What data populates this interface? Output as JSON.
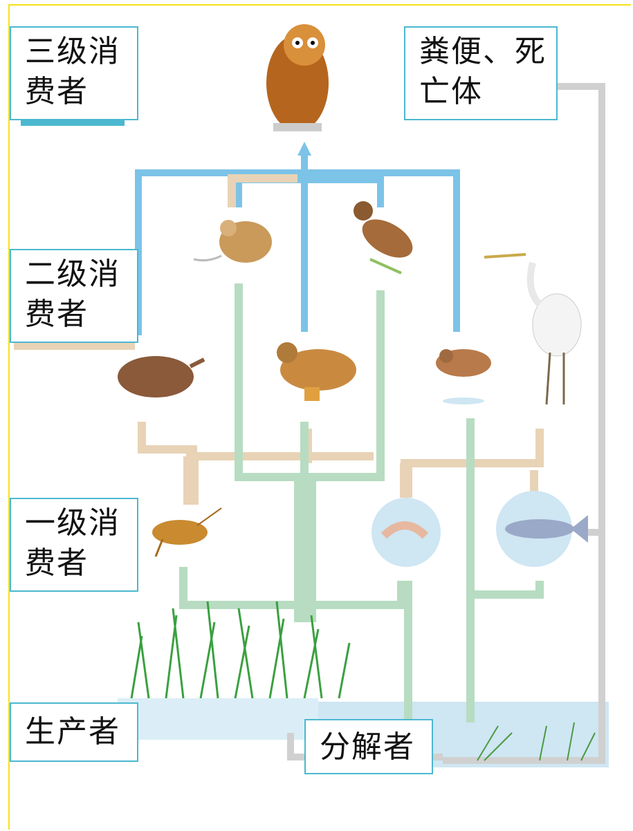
{
  "labels": {
    "tertiary": "三级消费者",
    "secondary": "二级消费者",
    "primary": "一级消费者",
    "producer": "生产者",
    "decomposer": "分解者",
    "waste": "粪便、死亡体"
  },
  "colors": {
    "frame": "#f5e21a",
    "label_border": "#4bb8d0",
    "arrow_blue": "#7cc3e8",
    "arrow_tan": "#e8d3b6",
    "arrow_green": "#b7dcc1",
    "arrow_gray": "#d0d0d0",
    "water": "#cfe6f3"
  },
  "organisms": [
    "owl-icon",
    "mouse-icon",
    "sparrow-icon",
    "egret-icon",
    "shrew-icon",
    "duck-icon",
    "sandpiper-icon",
    "grasshopper-icon",
    "shrimp-icon",
    "fish-icon",
    "grass-icon",
    "water-plants-icon"
  ]
}
